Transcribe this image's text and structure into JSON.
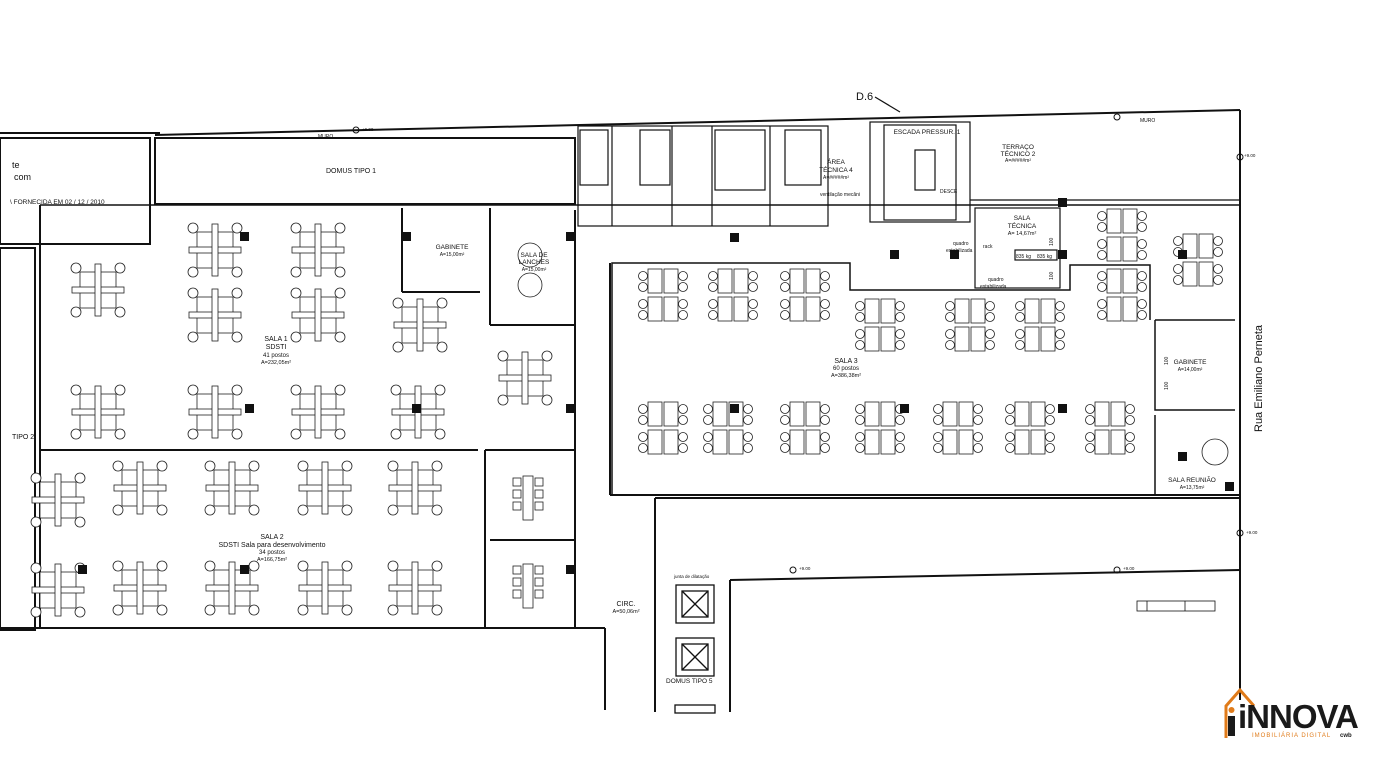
{
  "plan": {
    "title_block": {
      "line1": "te",
      "line2": "com",
      "line3": "\\ FORNECIDA EM 02 / 12 / 2010"
    },
    "labels": {
      "domus_tipo_1": "DOMUS TIPO 1",
      "domus_tipo_5": "DOMUS TIPO 5",
      "tipo_2": "TIPO 2",
      "muro_1": "MURO",
      "muro_2": "MURO",
      "level_1": "+9.00",
      "level_2": "+9.00",
      "level_3": "+9.00",
      "level_4": "+9.00",
      "level_5": "+9.00",
      "detail": "D.6",
      "street": "Rua Emiliano Perneta",
      "junta": "junta de dilatação",
      "ventilacao": "ventilação mecâni",
      "rack": "rack",
      "quadro_1": "quadro",
      "quadro_1b": "estabilizada",
      "quadro_2": "quadro",
      "quadro_2b": "estabilizada",
      "desce": "DESCE",
      "n_100_1": "100",
      "n_100_2": "100",
      "n_100_3": "100",
      "n_100_4": "100",
      "n_835_1": "835 kg",
      "n_835_2": "835 kg"
    },
    "rooms": [
      {
        "name": "SALA 1",
        "line2": "SDSTI",
        "line3": "41 postos",
        "area": "A=232,05m²"
      },
      {
        "name": "SALA 2",
        "line2": "SDSTI Sala para desenvolvimento",
        "line3": "34 postos",
        "area": "A=166,75m²"
      },
      {
        "name": "SALA 3",
        "line2": "60 postos",
        "line3": "",
        "area": "A=386,38m²"
      },
      {
        "name": "GABINETE",
        "line2": "",
        "line3": "",
        "area": "A=15,00m²"
      },
      {
        "name": "SALA DE",
        "line2": "LANCHES",
        "line3": "",
        "area": "A=15,00m²"
      },
      {
        "name": "ÁREA",
        "line2": "TÉCNICA 4",
        "line3": "",
        "area": "A=#####m²"
      },
      {
        "name": "ESCADA PRESSUR. 1",
        "line2": "",
        "line3": "",
        "area": ""
      },
      {
        "name": "TERRAÇO",
        "line2": "TÉCNICO 2",
        "line3": "",
        "area": "A=#####m²"
      },
      {
        "name": "SALA",
        "line2": "TÉCNICA",
        "line3": "",
        "area": "A= 14,67m²"
      },
      {
        "name": "GABINETE",
        "line2": "",
        "line3": "",
        "area": "A=14,00m²"
      },
      {
        "name": "SALA REUNIÃO",
        "line2": "",
        "line3": "",
        "area": "A=13,75m²"
      },
      {
        "name": "CIRC.",
        "line2": "",
        "line3": "",
        "area": "A=50,06m²"
      }
    ]
  },
  "brand": {
    "name": "iNNOVA",
    "subtitle": "IMOBILIÁRIA DIGITAL",
    "suffix": "cwb",
    "accent_color": "#e07b1a",
    "text_color": "#1a1a1a"
  }
}
